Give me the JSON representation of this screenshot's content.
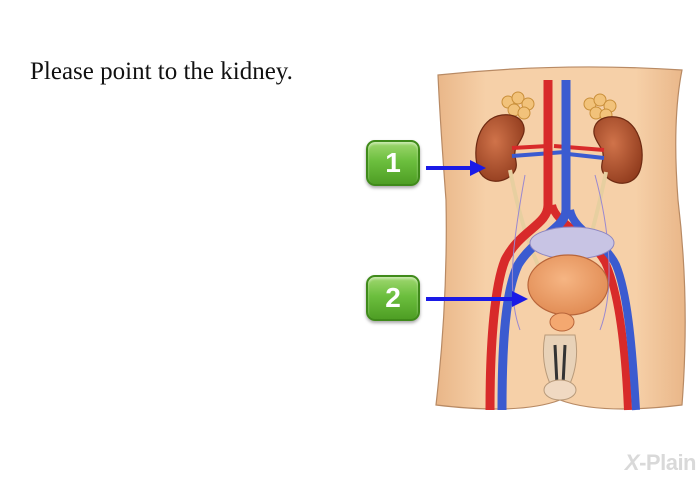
{
  "question": {
    "text": "Please point to the kidney."
  },
  "answers": [
    {
      "label": "1"
    },
    {
      "label": "2"
    }
  ],
  "watermark": {
    "mark": "X",
    "text": "-Plain"
  },
  "colors": {
    "button_green": "#5fb030",
    "arrow_blue": "#1a1ae6",
    "skin": "#f4c9a0",
    "artery_red": "#d82a2a",
    "vein_blue": "#3b5bd0",
    "kidney": "#b0502c"
  }
}
